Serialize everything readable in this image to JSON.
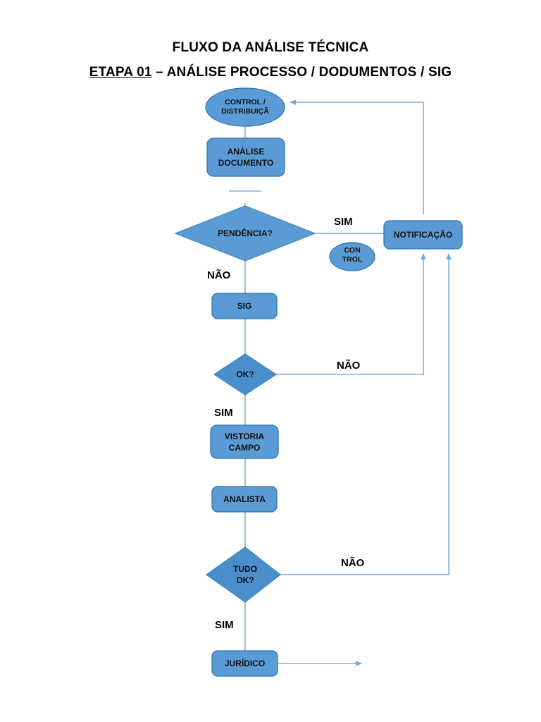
{
  "document": {
    "title_line1": "FLUXO DA ANÁLISE TÉCNICA",
    "title_line2_prefix": "ETAPA 01",
    "title_line2_rest": " – ANÁLISE PROCESSO / DODUMENTOS / SIG"
  },
  "colors": {
    "shape_fill": "#5B9BD5",
    "shape_fill_dark": "#4A8FCB",
    "shape_stroke": "#2E75B6",
    "connector": "#7FB0DC",
    "text": "#111111",
    "title_text": "#000000",
    "background": "#FFFFFF"
  },
  "nodes": [
    {
      "id": "controle-distribuicao",
      "shape": "ellipse",
      "lines": [
        "CONTROL /",
        "DISTRIBUIÇÃ"
      ]
    },
    {
      "id": "analise-documento",
      "shape": "rounded-rect",
      "lines": [
        "ANÁLISE",
        "DOCUMENTO"
      ]
    },
    {
      "id": "pendencia",
      "shape": "diamond",
      "lines": [
        "PENDÊNCIA?"
      ]
    },
    {
      "id": "notificacao",
      "shape": "rounded-rect",
      "lines": [
        "NOTIFICAÇÃO"
      ]
    },
    {
      "id": "controle-small",
      "shape": "ellipse",
      "lines": [
        "CON",
        "TROL"
      ]
    },
    {
      "id": "sig",
      "shape": "rounded-rect",
      "lines": [
        "SIG"
      ]
    },
    {
      "id": "ok",
      "shape": "diamond",
      "lines": [
        "OK?"
      ]
    },
    {
      "id": "vistoria-campo",
      "shape": "rounded-rect",
      "lines": [
        "VISTORIA",
        "CAMPO"
      ]
    },
    {
      "id": "analista",
      "shape": "rounded-rect",
      "lines": [
        "ANALISTA"
      ]
    },
    {
      "id": "tudo-ok",
      "shape": "diamond",
      "lines": [
        "TUDO",
        "OK?"
      ]
    },
    {
      "id": "juridico",
      "shape": "rounded-rect",
      "lines": [
        "JURÍDICO"
      ]
    }
  ],
  "edge_labels": [
    {
      "id": "pendencia-sim",
      "text": "SIM"
    },
    {
      "id": "pendencia-nao",
      "text": "NÃO"
    },
    {
      "id": "ok-nao",
      "text": "NÃO"
    },
    {
      "id": "ok-sim",
      "text": "SIM"
    },
    {
      "id": "tudo-ok-nao",
      "text": "NÃO"
    },
    {
      "id": "tudo-ok-sim",
      "text": "SIM"
    }
  ]
}
